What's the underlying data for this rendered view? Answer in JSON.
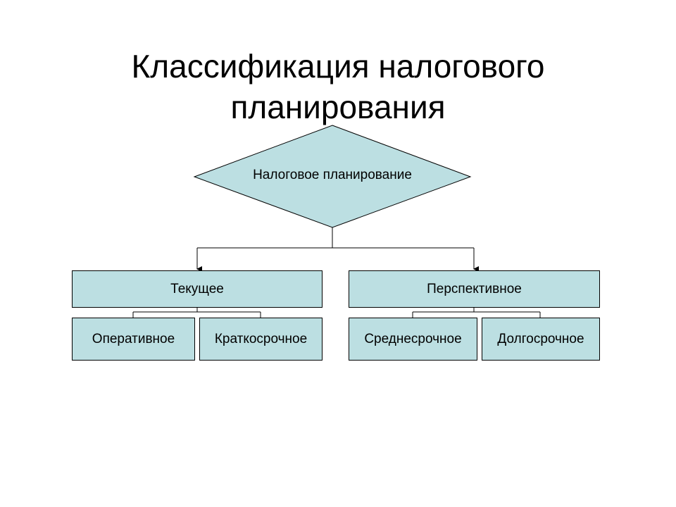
{
  "slide": {
    "title_line1": "Классификация налогового",
    "title_line2": "планирования"
  },
  "diagram": {
    "root": "Налоговое планирование",
    "branches": [
      {
        "label": "Текущее",
        "children": [
          "Оперативное",
          "Краткосрочное"
        ]
      },
      {
        "label": "Перспективное",
        "children": [
          "Среднесрочное",
          "Долгосрочное"
        ]
      }
    ]
  },
  "colors": {
    "shape_fill": "#bcdfe2",
    "shape_border": "#000000",
    "connector": "#000000",
    "background": "#ffffff"
  }
}
